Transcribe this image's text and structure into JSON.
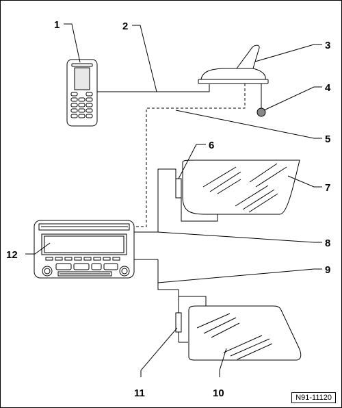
{
  "diagram": {
    "labels": {
      "l1": "1",
      "l2": "2",
      "l3": "3",
      "l4": "4",
      "l5": "5",
      "l6": "6",
      "l7": "7",
      "l8": "8",
      "l9": "9",
      "l10": "10",
      "l11": "11",
      "l12": "12"
    },
    "radio_buttons": [
      "",
      "",
      "",
      "",
      "",
      "",
      "",
      "",
      ""
    ],
    "reference": "N91-11120"
  }
}
